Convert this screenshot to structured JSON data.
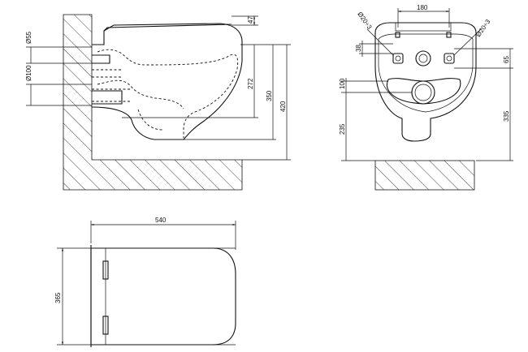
{
  "dimensions": {
    "side": {
      "d47": "47",
      "d272": "272",
      "d350": "350",
      "d420": "420",
      "d55": "Ø55",
      "d100": "Ø100"
    },
    "front": {
      "d180": "180",
      "d20_left": "Ø20÷3",
      "d20_right": "Ø20÷3",
      "d38": "38",
      "d65": "65",
      "d100": "100",
      "d235": "235",
      "d335": "335"
    },
    "top": {
      "d540": "540",
      "d365": "365"
    }
  }
}
